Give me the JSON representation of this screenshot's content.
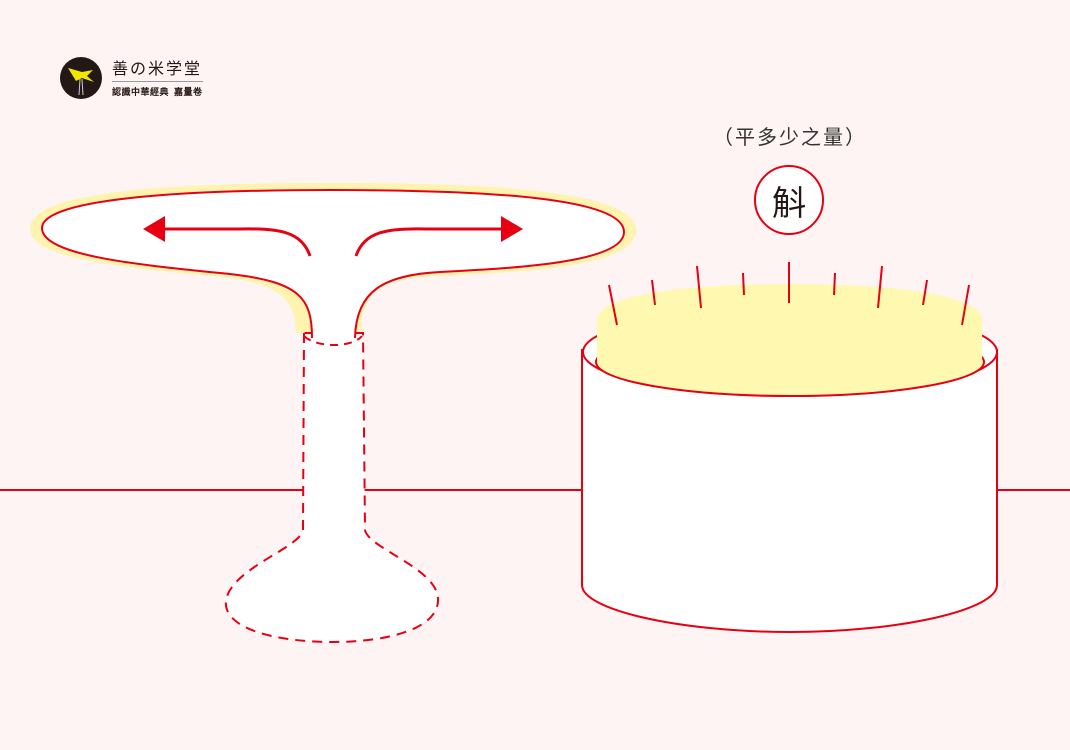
{
  "logo": {
    "title": "善の米学堂",
    "subtitle_main": "認識中華經典",
    "subtitle_tag": "嘉量卷",
    "badge_icon": "golden-bird-icon"
  },
  "diagram": {
    "caption": "（平多少之量）",
    "unit_label": "斛",
    "colors": {
      "background": "#fdf4f3",
      "stroke": "#e60012",
      "grain": "#fff8b0",
      "fill": "#ffffff",
      "ink": "#231815"
    },
    "left_figure": "funnel-vessel-with-outward-arrows",
    "right_figure": "cylinder-filled-with-grain"
  }
}
